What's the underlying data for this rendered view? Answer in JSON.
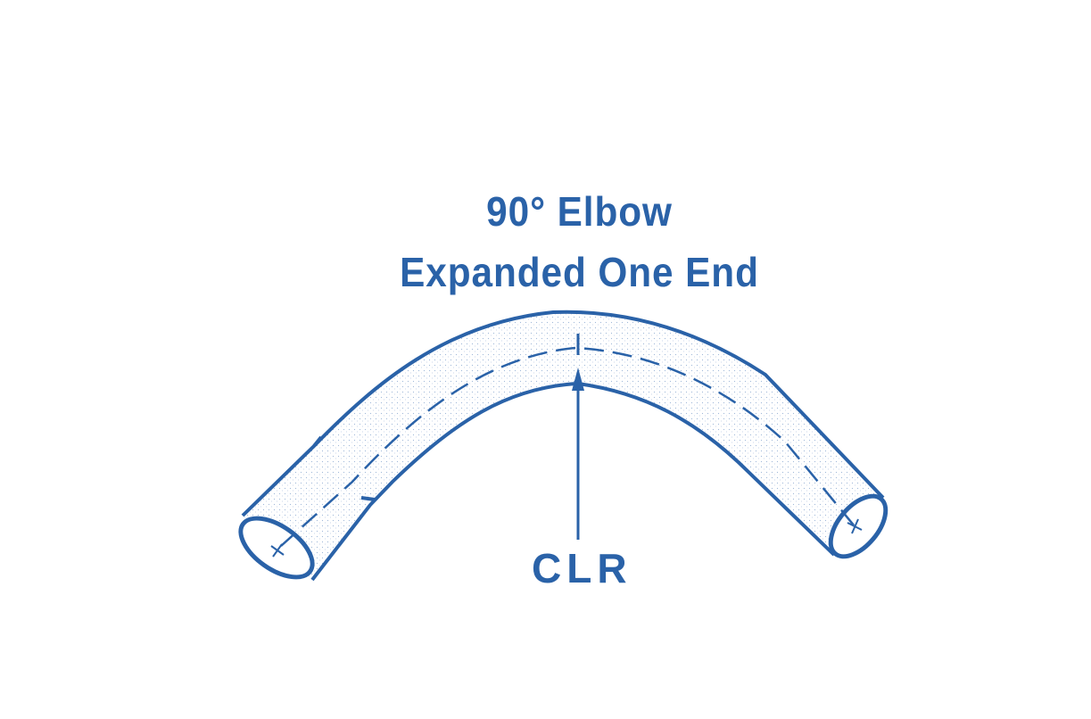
{
  "diagram": {
    "title_line_1": "90° Elbow",
    "title_line_2": "Expanded One End",
    "centerline_radius_label": "CLR",
    "colors": {
      "ink": "#2a62a8",
      "background": "#ffffff"
    }
  }
}
